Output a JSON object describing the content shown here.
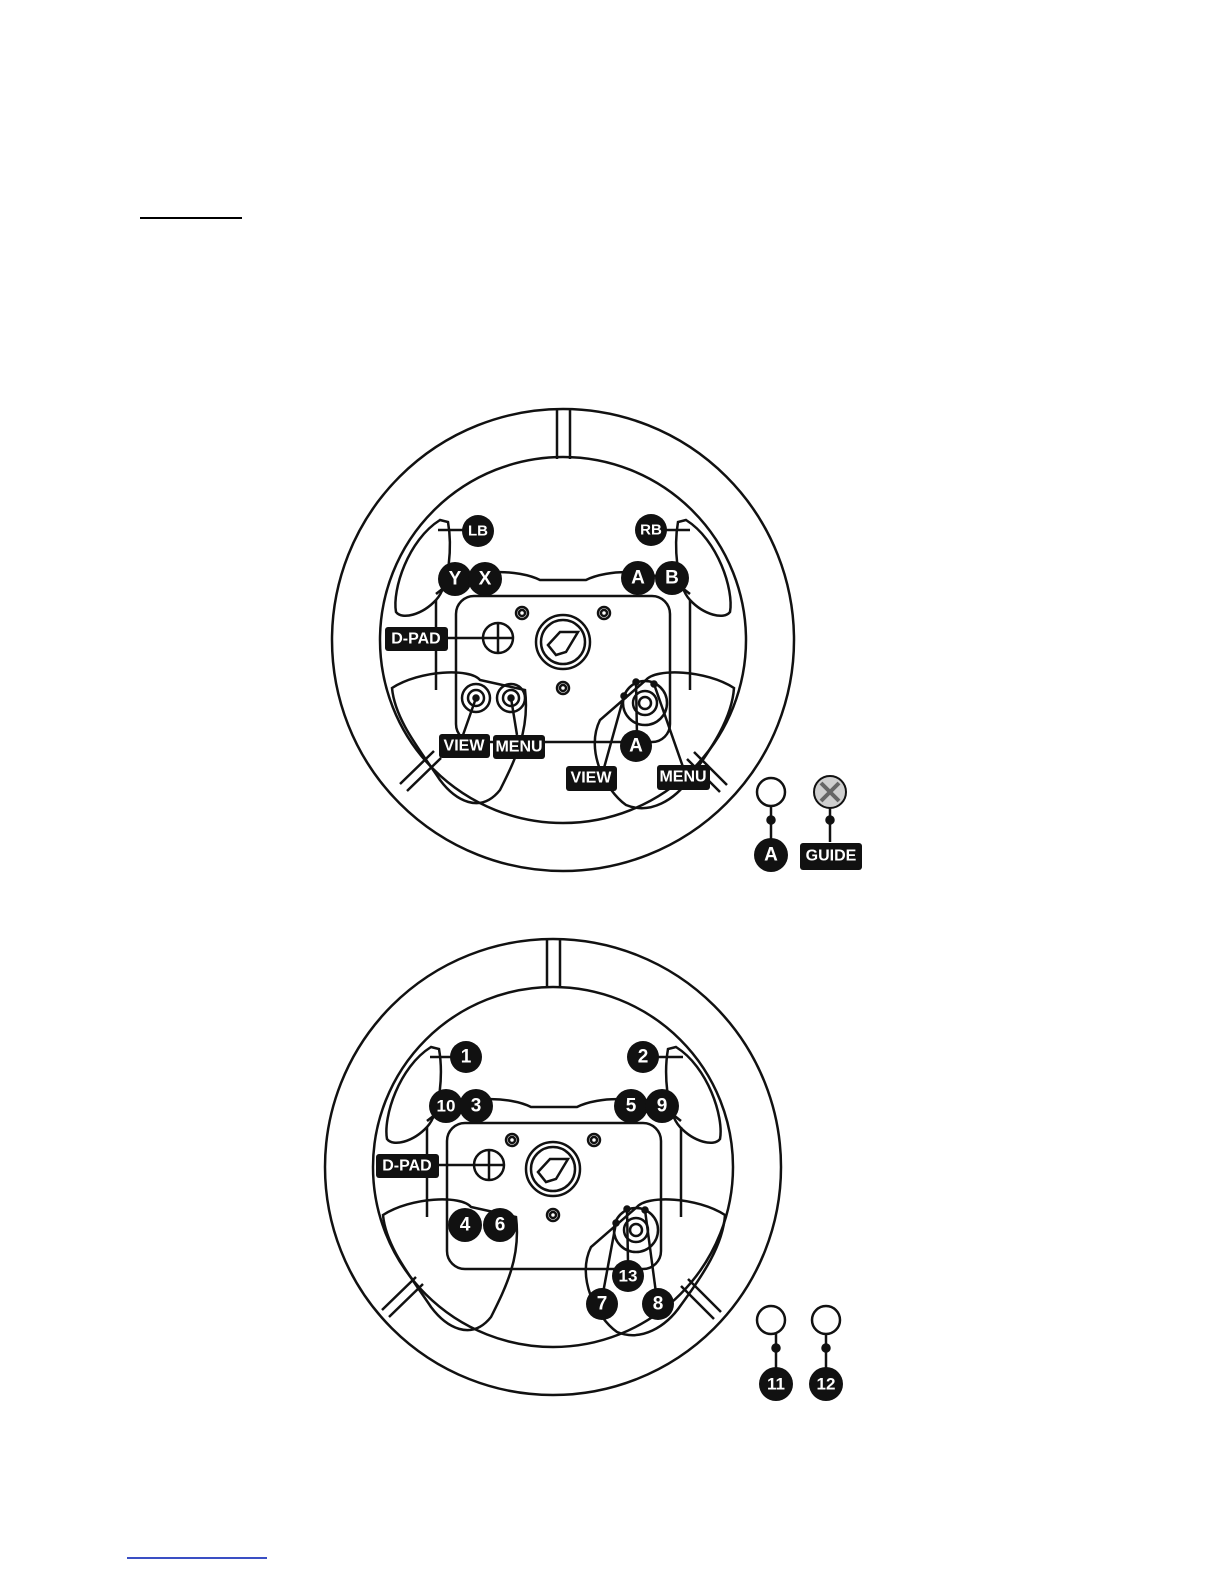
{
  "diagram_xbox": {
    "labels": {
      "lb": "LB",
      "rb": "RB",
      "y": "Y",
      "x": "X",
      "a": "A",
      "b": "B",
      "dpad": "D-PAD",
      "view_left": "VIEW",
      "menu_left": "MENU",
      "a_center": "A",
      "view_right": "VIEW",
      "menu_right": "MENU",
      "a_ext": "A",
      "guide": "GUIDE"
    }
  },
  "diagram_numbered": {
    "labels": {
      "b1": "1",
      "b2": "2",
      "b10": "10",
      "b3": "3",
      "b5": "5",
      "b9": "9",
      "dpad": "D-PAD",
      "b4": "4",
      "b6": "6",
      "b13": "13",
      "b7": "7",
      "b8": "8",
      "b11": "11",
      "b12": "12"
    }
  },
  "colors": {
    "ink": "#111111",
    "label_fill": "#111111",
    "label_text": "#ffffff",
    "link_rule": "#3a4fc4"
  }
}
